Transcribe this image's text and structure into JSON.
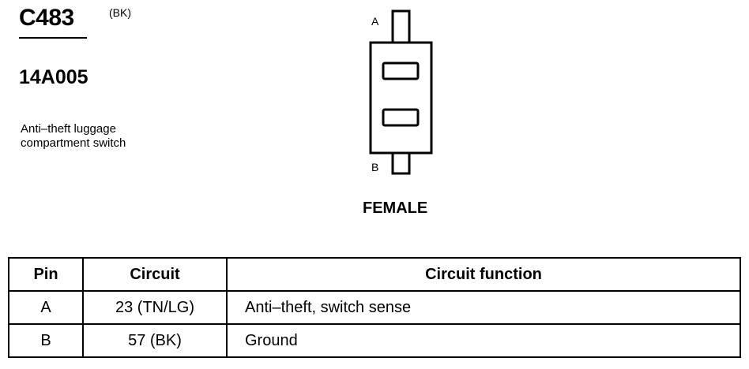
{
  "connector": {
    "id": "C483",
    "color": "(BK)",
    "part_number": "14A005",
    "description_line1": "Anti–theft luggage",
    "description_line2": "compartment switch",
    "pin_top_label": "A",
    "pin_bottom_label": "B",
    "gender": "FEMALE"
  },
  "table": {
    "headers": {
      "pin": "Pin",
      "circuit": "Circuit",
      "function": "Circuit function"
    },
    "rows": [
      {
        "pin": "A",
        "circuit": "23 (TN/LG)",
        "function": "Anti–theft, switch sense"
      },
      {
        "pin": "B",
        "circuit": "57 (BK)",
        "function": "Ground"
      }
    ]
  }
}
